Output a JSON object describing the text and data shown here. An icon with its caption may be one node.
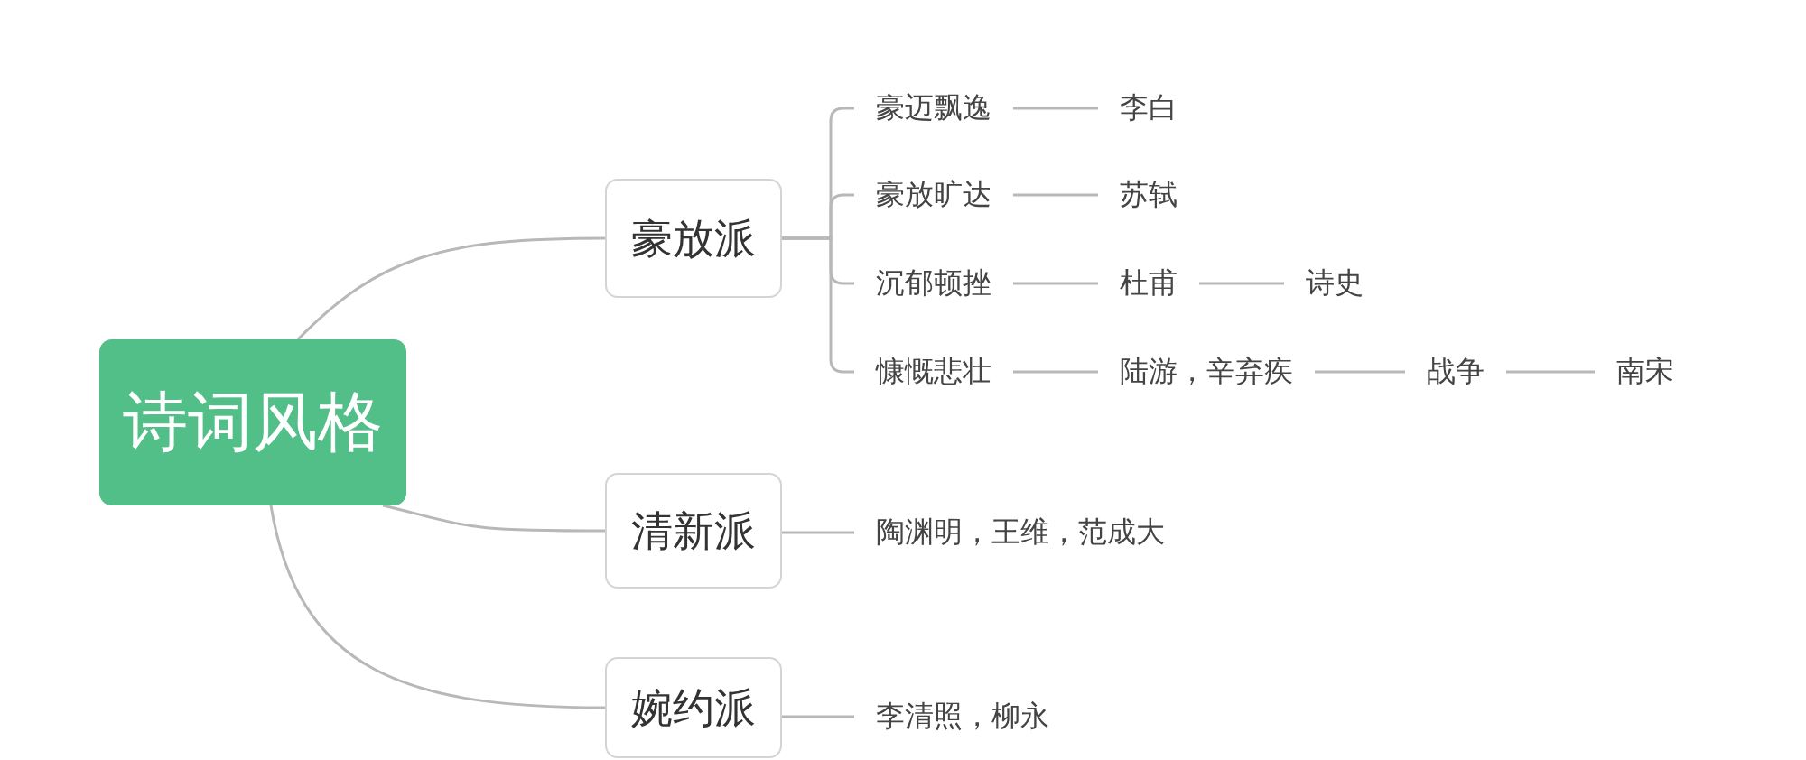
{
  "diagram": {
    "nodes": [
      {
        "text": [
          "诗词风格"
        ]
      },
      {
        "text": [
          "豪放派"
        ]
      },
      {
        "text": [
          "豪迈飘逸"
        ]
      },
      {
        "text": [
          "李白"
        ]
      },
      {
        "text": [
          "豪放旷达"
        ]
      },
      {
        "text": [
          "苏轼"
        ]
      },
      {
        "text": [
          "沉郁顿挫"
        ]
      },
      {
        "text": [
          "杜甫"
        ]
      },
      {
        "text": [
          "诗史"
        ]
      },
      {
        "text": [
          "慷慨悲壮"
        ]
      },
      {
        "text": [
          "陆游，辛弃疾"
        ]
      },
      {
        "text": [
          "战争"
        ]
      },
      {
        "text": [
          "南宋"
        ]
      },
      {
        "text": [
          "清新派"
        ]
      },
      {
        "text": [
          "陶渊明，王维，范成大"
        ]
      },
      {
        "text": [
          "婉约派"
        ]
      },
      {
        "text": [
          "李清照，柳永"
        ]
      }
    ],
    "edges": [
      {
        "from": 0,
        "to": 1,
        "arrow": "none"
      },
      {
        "from": 0,
        "to": 13,
        "arrow": "none"
      },
      {
        "from": 0,
        "to": 15,
        "arrow": "none"
      },
      {
        "from": 1,
        "to": 2,
        "arrow": "none"
      },
      {
        "from": 1,
        "to": 4,
        "arrow": "none"
      },
      {
        "from": 1,
        "to": 6,
        "arrow": "none"
      },
      {
        "from": 1,
        "to": 9,
        "arrow": "none"
      },
      {
        "from": 2,
        "to": 3,
        "arrow": "none"
      },
      {
        "from": 4,
        "to": 5,
        "arrow": "none"
      },
      {
        "from": 6,
        "to": 7,
        "arrow": "none"
      },
      {
        "from": 7,
        "to": 8,
        "arrow": "none"
      },
      {
        "from": 9,
        "to": 10,
        "arrow": "none"
      },
      {
        "from": 10,
        "to": 11,
        "arrow": "none"
      },
      {
        "from": 11,
        "to": 12,
        "arrow": "none"
      },
      {
        "from": 13,
        "to": 14,
        "arrow": "none"
      },
      {
        "from": 15,
        "to": 16,
        "arrow": "none"
      }
    ]
  }
}
